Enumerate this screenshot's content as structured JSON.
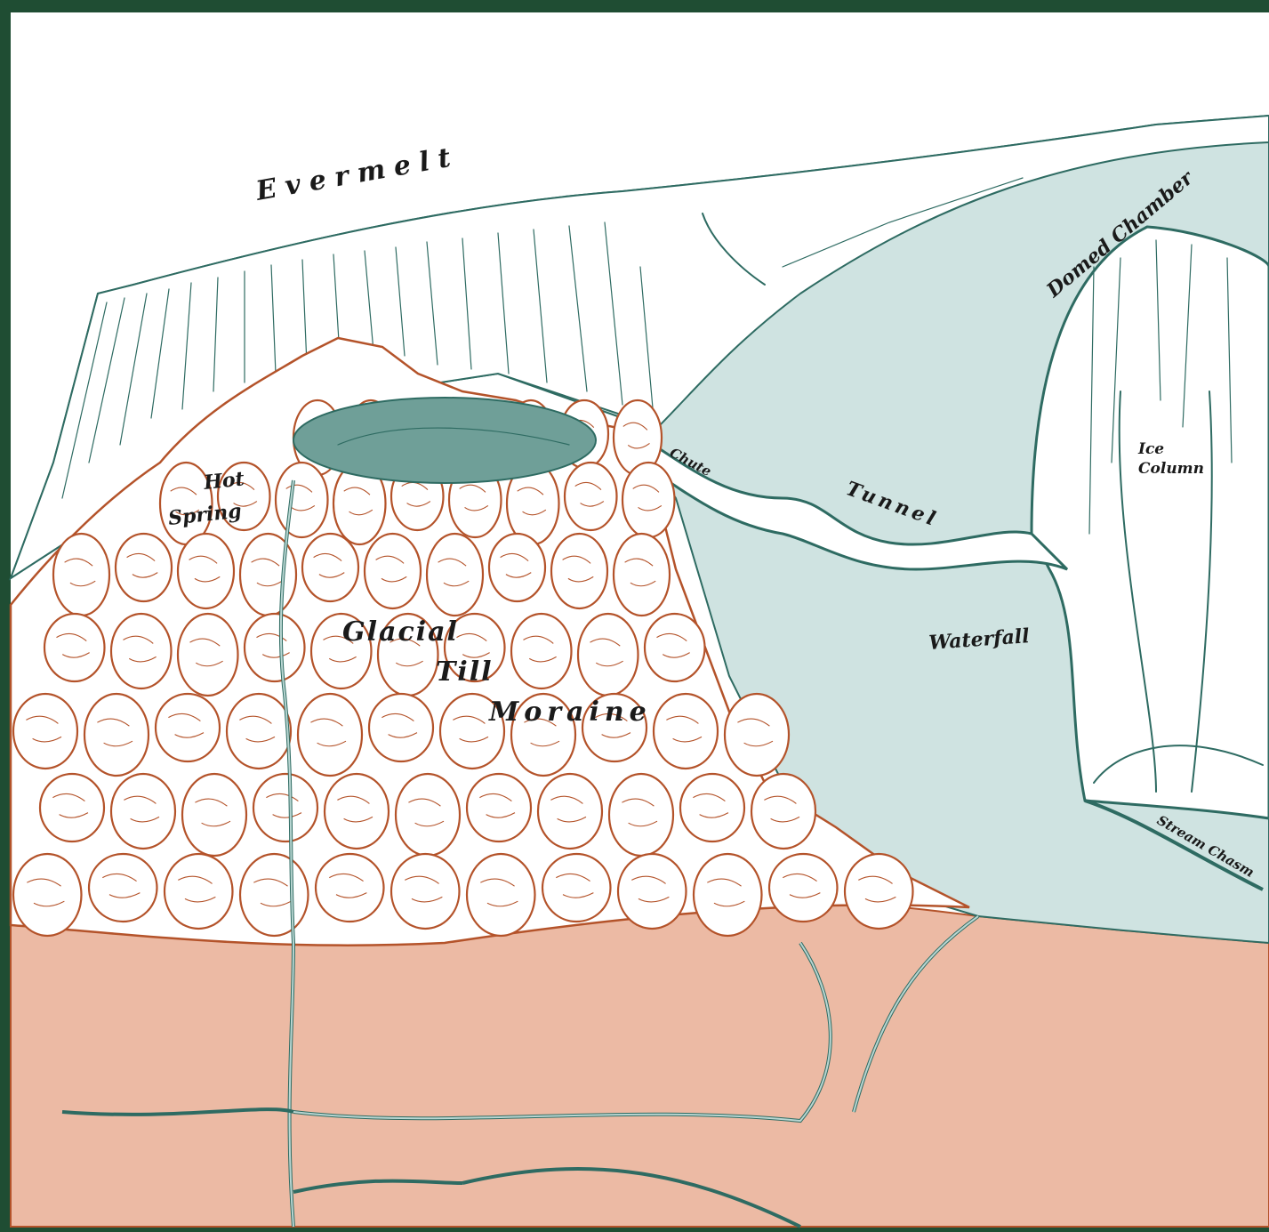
{
  "labels": {
    "evermelt": "Evermelt",
    "domed_chamber": "Domed Chamber",
    "hot_spring_line1": "Hot",
    "hot_spring_line2": "Spring",
    "chute": "Chute",
    "tunnel": "Tunnel",
    "ice_column_line1": "Ice",
    "ice_column_line2": "Column",
    "glacial": "Glacial",
    "till": "Till",
    "moraine": "Moraine",
    "waterfall": "Waterfall",
    "stream_chasm": "Stream Chasm"
  },
  "colors": {
    "frame": "#1f4d33",
    "ice_fill": "#cfe3e1",
    "ice_line": "#2e6b62",
    "pool": "#6f9f98",
    "rock_line": "#b4532a",
    "earth": "#ecbaa4"
  }
}
